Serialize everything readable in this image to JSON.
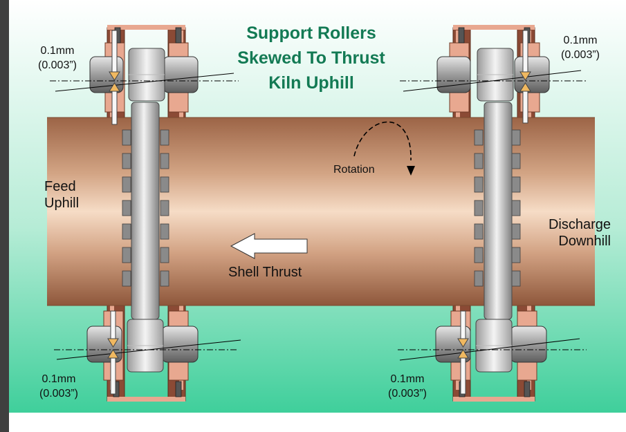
{
  "title": {
    "line1": "Support Rollers",
    "line2": "Skewed To Thrust",
    "line3": "Kiln Uphill"
  },
  "labels": {
    "rotation": "Rotation",
    "shell_thrust": "Shell Thrust",
    "feed_line1": "Feed",
    "feed_line2": "Uphill",
    "discharge_line1": "Discharge",
    "discharge_line2": "Downhill"
  },
  "measurements": {
    "top_left": {
      "mm": "0.1mm",
      "inch": "(0.003”)"
    },
    "top_right": {
      "mm": "0.1mm",
      "inch": "(0.003”)"
    },
    "bottom_left": {
      "mm": "0.1mm",
      "inch": "(0.003”)"
    },
    "bottom_right": {
      "mm": "0.1mm",
      "inch": "(0.003”)"
    }
  },
  "colors": {
    "title": "#137a54",
    "shell": "#c99778",
    "frame": "#e8a890",
    "background_top": "#ffffff",
    "background_bottom": "#3fcf9b"
  }
}
